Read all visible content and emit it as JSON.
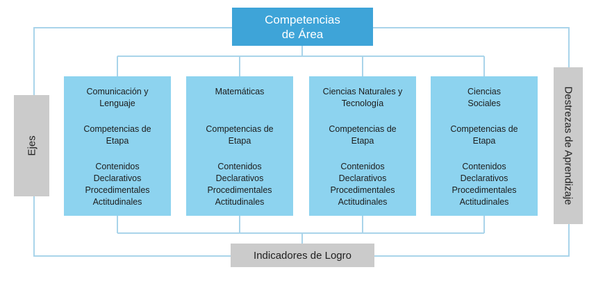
{
  "top_box": {
    "line1": "Competencias",
    "line2": "de Área"
  },
  "cards": [
    {
      "title": [
        "Comunicación y",
        "Lenguaje"
      ],
      "stage": [
        "Competencias de",
        "Etapa"
      ],
      "content": [
        "Contenidos",
        "Declarativos",
        "Procedimentales",
        "Actitudinales"
      ]
    },
    {
      "title": [
        "Matemáticas"
      ],
      "stage": [
        "Competencias de",
        "Etapa"
      ],
      "content": [
        "Contenidos",
        "Declarativos",
        "Procedimentales",
        "Actitudinales"
      ]
    },
    {
      "title": [
        "Ciencias Naturales y",
        "Tecnología"
      ],
      "stage": [
        "Competencias de",
        "Etapa"
      ],
      "content": [
        "Contenidos",
        "Declarativos",
        "Procedimentales",
        "Actitudinales"
      ]
    },
    {
      "title": [
        "Ciencias",
        "Sociales"
      ],
      "stage": [
        "Competencias de",
        "Etapa"
      ],
      "content": [
        "Contenidos",
        "Declarativos",
        "Procedimentales",
        "Actitudinales"
      ]
    }
  ],
  "left_box": {
    "label": "Ejes"
  },
  "right_box": {
    "label": "Destrezas de Aprendizaje"
  },
  "bottom_box": {
    "label": "Indicadores de Logro"
  },
  "colors": {
    "top_box": "#3ea4d8",
    "cards": "#8dd3ef",
    "side_boxes": "#cbcbcb",
    "connectors": "#a9d4ea"
  }
}
